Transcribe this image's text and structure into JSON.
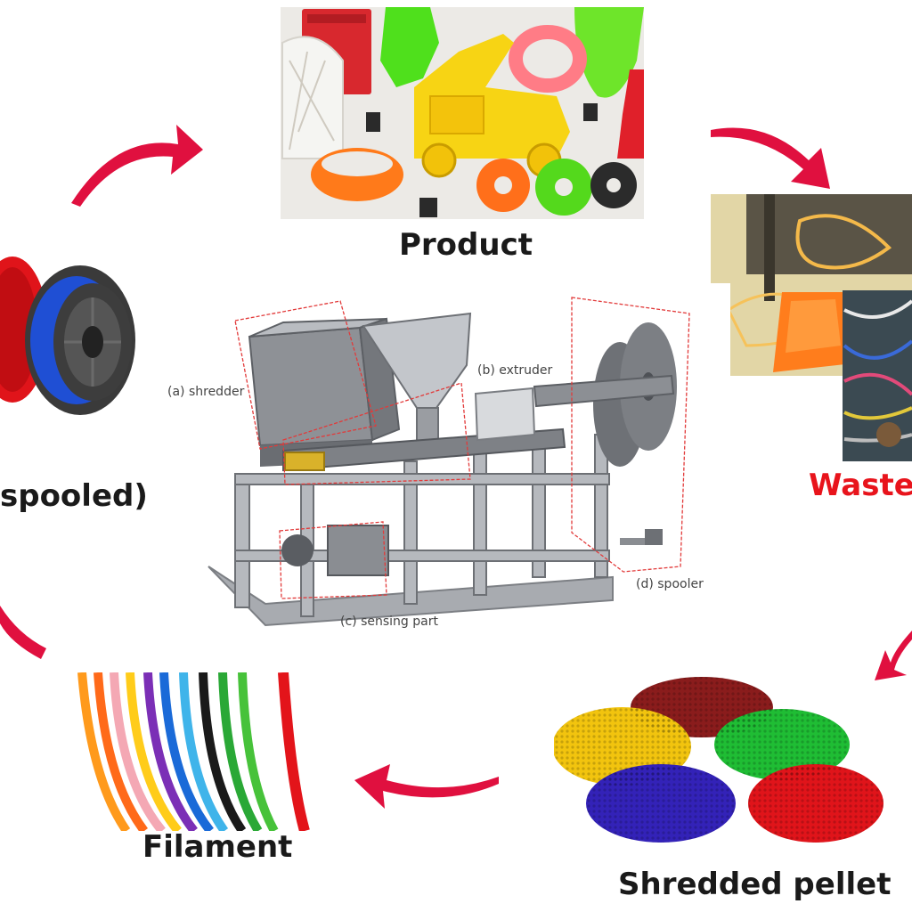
{
  "stages": {
    "product": "Product",
    "waste": "Waste",
    "shredded_pellet": "Shredded pellet",
    "filament": "Filament",
    "spooled": "spooled)"
  },
  "machine": {
    "shredder": "(a) shredder",
    "extruder": "(b) extruder",
    "sensing": "(c) sensing part",
    "spooler": "(d) spooler"
  },
  "colors": {
    "arrow": "#e0103f",
    "waste_label": "#e8141c",
    "label": "#1a1a1a"
  }
}
